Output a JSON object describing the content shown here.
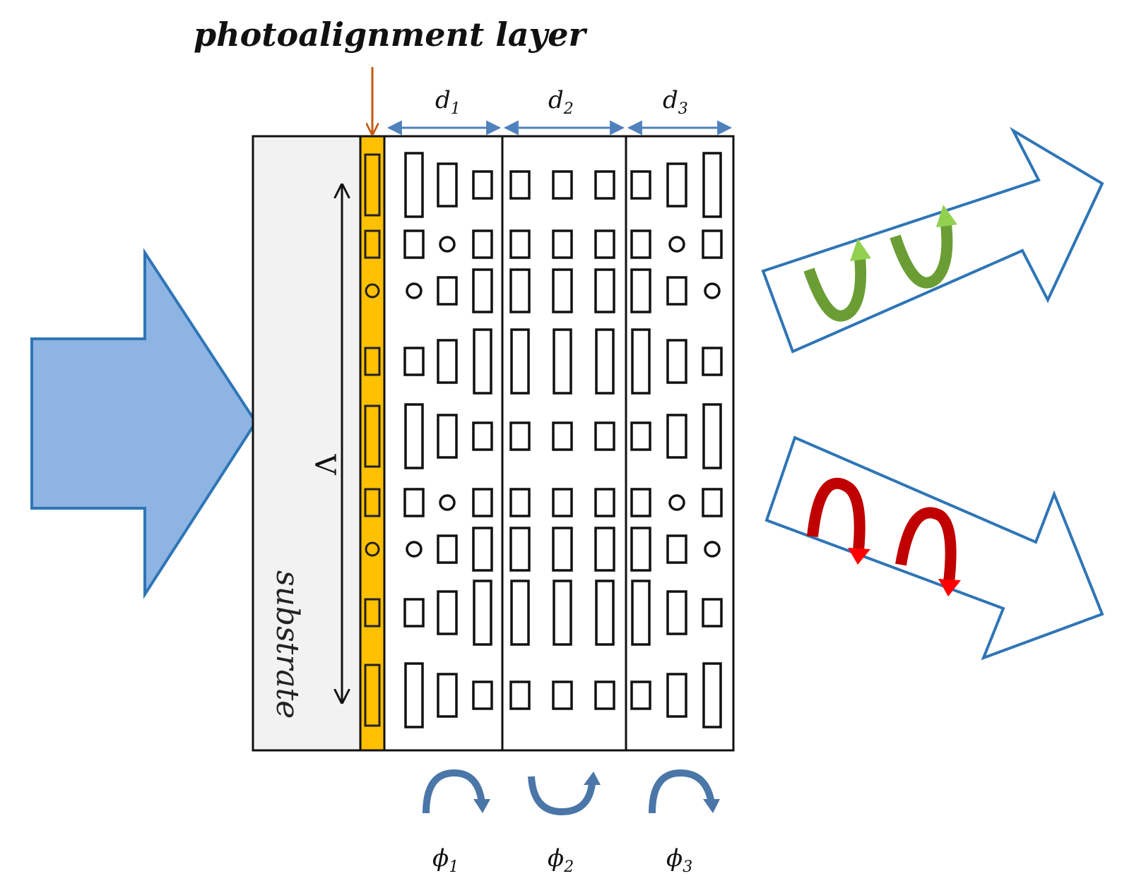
{
  "title": "photoalignment layer",
  "substrate_label": "substrate",
  "voltage_label": "V",
  "layers": [
    {
      "thickness": "d",
      "thickness_sub": "1",
      "phase": "ϕ",
      "phase_sub": "1"
    },
    {
      "thickness": "d",
      "thickness_sub": "2",
      "phase": "ϕ",
      "phase_sub": "2"
    },
    {
      "thickness": "d",
      "thickness_sub": "3",
      "phase": "ϕ",
      "phase_sub": "3"
    }
  ],
  "icons": {
    "input_beam": "right-arrow-icon",
    "output_beam_top": "right-up-arrow-icon",
    "output_beam_bottom": "right-down-arrow-icon",
    "twist": "circular-arrow-icon"
  },
  "colors": {
    "input_beam_fill": "#8eb4e3",
    "beam_outline": "#2e75b6",
    "photoalignment": "#ffc000",
    "photoalignment_arrow": "#c55a11",
    "substrate_fill": "#f2f2f2",
    "dimension_arrow": "#4f81bd",
    "left_circular": "#76b041",
    "right_circular": "#e00000",
    "phase_arrow": "#4a76a8"
  }
}
